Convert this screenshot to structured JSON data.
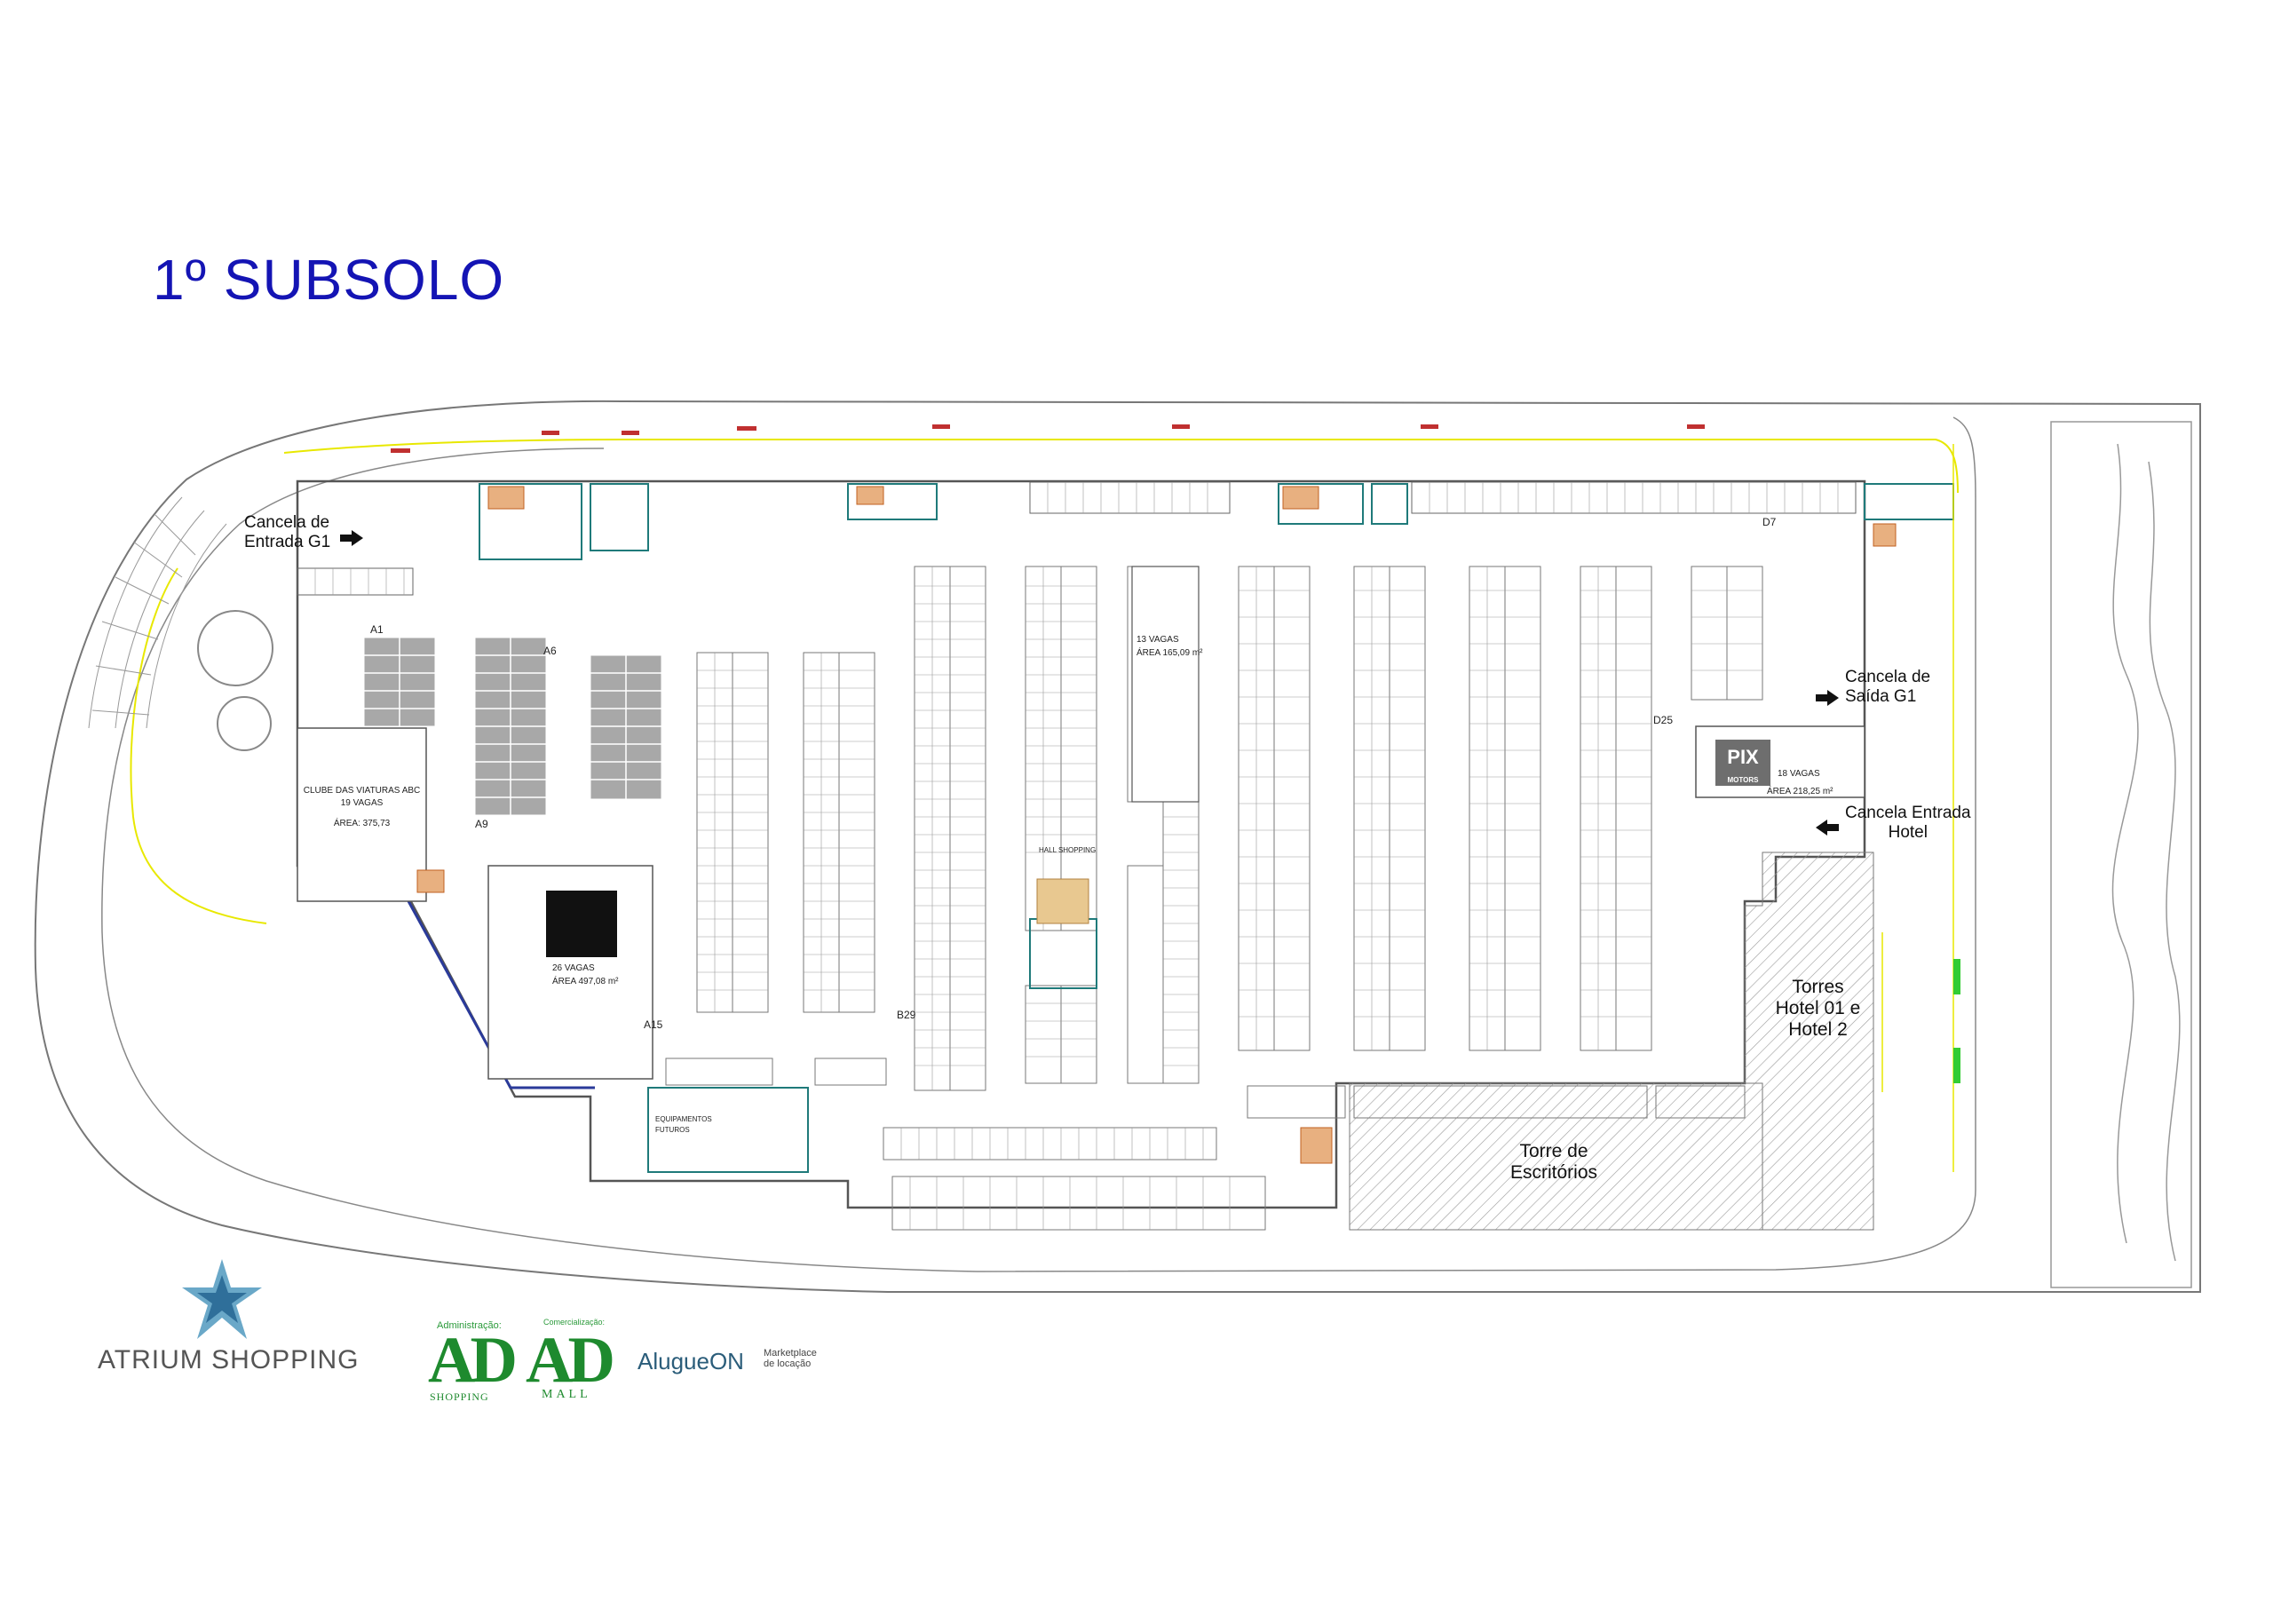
{
  "title": "1º SUBSOLO",
  "gates": {
    "entrada_g1": "Cancela de\nEntrada G1",
    "saida_g1": "Cancela de\nSaída G1",
    "entrada_hotel": "Cancela Entrada\nHotel"
  },
  "areas": {
    "clube": {
      "name": "CLUBE DAS VIATURAS ABC",
      "spots": "19 VAGAS",
      "area": "ÁREA: 375,73"
    },
    "seculo": {
      "spots": "26 VAGAS",
      "area": "ÁREA 497,08 m²"
    },
    "vagas13": {
      "spots": "13 VAGAS",
      "area": "ÁREA 165,09 m²"
    },
    "pix": {
      "spots": "18 VAGAS",
      "area": "ÁREA  218,25 m²",
      "logo": "PIX",
      "logo_sub": "MOTORS"
    },
    "hall": "HALL SHOPPING",
    "equip": "EQUIPAMENTOS\nFUTUROS"
  },
  "sectors": {
    "a1": "A1",
    "a6": "A6",
    "a9": "A9",
    "a15": "A15",
    "b29": "B29",
    "d7": "D7",
    "d25": "D25"
  },
  "buildings": {
    "hotel": "Torres\nHotel 01 e\nHotel 2",
    "escritorios": "Torre de\nEscritórios"
  },
  "logos": {
    "atrium": "ATRIUM SHOPPING",
    "ad_admin_caption": "Administração:",
    "ad_admin_letters": "AD",
    "ad_admin_sub": "SHOPPING",
    "ad_mall_caption": "Comercialização:",
    "ad_mall_letters": "AD",
    "ad_mall_sub": "MALL",
    "alugue": "AlugueON",
    "alugue_sub": "Marketplace\nde locação"
  },
  "colors": {
    "title": "#1414b4",
    "walls": "#6a6a6a",
    "route": "#e8e800",
    "hatch": "#9a9a9a",
    "stairs": "#e0a060",
    "spot_numbers": "#c03030"
  }
}
